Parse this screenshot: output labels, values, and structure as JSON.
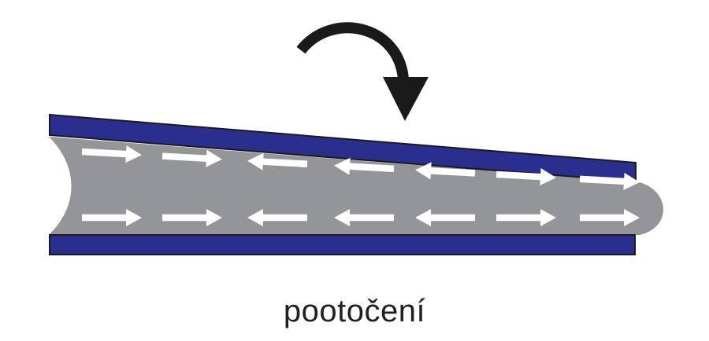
{
  "caption": "pootočení",
  "colors": {
    "plate": "#2a2f8f",
    "plate_outline": "#1a1a1a",
    "gap": "#939598",
    "arrow": "#ffffff",
    "rotation_arrow": "#1a1a1a",
    "text": "#231f20"
  },
  "flow": {
    "upper_row": [
      "right",
      "right",
      "left",
      "left",
      "left",
      "right",
      "right"
    ],
    "lower_row": [
      "right",
      "right",
      "left",
      "left",
      "left",
      "right",
      "right"
    ]
  },
  "icons": {
    "rotation": "curved-arrow-clockwise-down-icon",
    "flow": "arrow-icon"
  }
}
